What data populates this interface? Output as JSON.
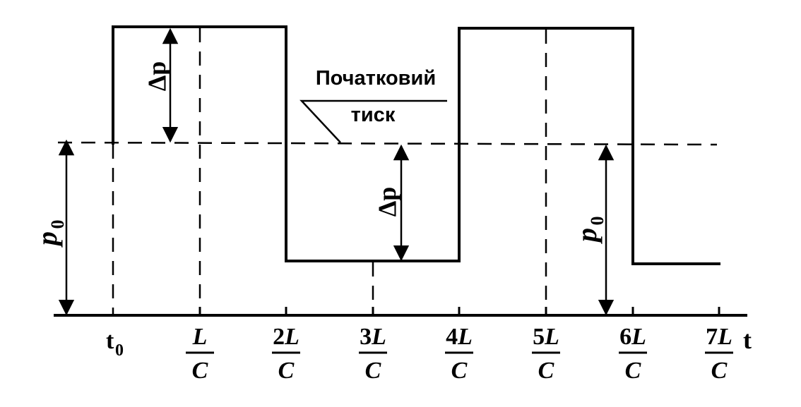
{
  "axis": {
    "t_label": "t",
    "t0_label": "t",
    "t0_sub": "0"
  },
  "ticks": [
    {
      "num": "L",
      "coef": "",
      "den": "C"
    },
    {
      "num": "L",
      "coef": "2",
      "den": "C"
    },
    {
      "num": "L",
      "coef": "3",
      "den": "C"
    },
    {
      "num": "L",
      "coef": "4",
      "den": "C"
    },
    {
      "num": "L",
      "coef": "5",
      "den": "C"
    },
    {
      "num": "L",
      "coef": "6",
      "den": "C"
    },
    {
      "num": "L",
      "coef": "7",
      "den": "C"
    }
  ],
  "labels": {
    "delta_p": "Δp",
    "p": "p",
    "p_sub": "0",
    "initial_pressure_line1": "Початковий",
    "initial_pressure_line2": "тиск"
  }
}
